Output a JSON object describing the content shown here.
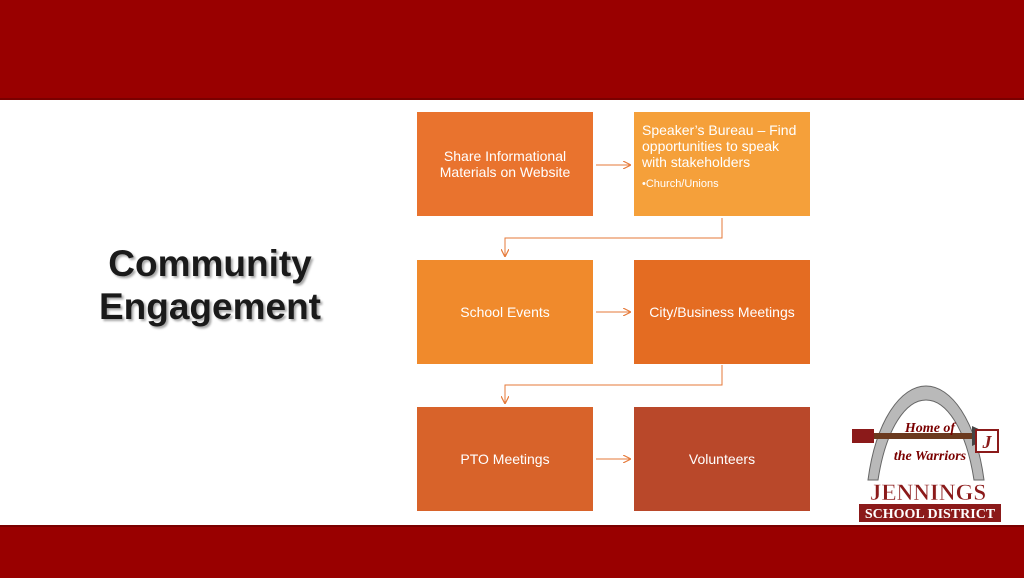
{
  "slide": {
    "title_line1": "Community",
    "title_line2": "Engagement"
  },
  "boxes": [
    {
      "text": "Share Informational Materials on Website",
      "color": "#e9732e"
    },
    {
      "text": "Speaker’s Bureau – Find opportunities to speak with stakeholders",
      "bullet": "•Church/Unions",
      "color": "#f5a03a"
    },
    {
      "text": "School Events",
      "color": "#f08a2c"
    },
    {
      "text": "City/Business Meetings",
      "color": "#e46c22"
    },
    {
      "text": "PTO Meetings",
      "color": "#d8632a"
    },
    {
      "text": "Volunteers",
      "color": "#b9482a"
    }
  ],
  "logo": {
    "line1": "Home of",
    "line2": "the Warriors",
    "letter": "J",
    "name": "JENNINGS",
    "sub": "SCHOOL DISTRICT"
  },
  "colors": {
    "band": "#990000",
    "connector": "#e67a3a"
  }
}
